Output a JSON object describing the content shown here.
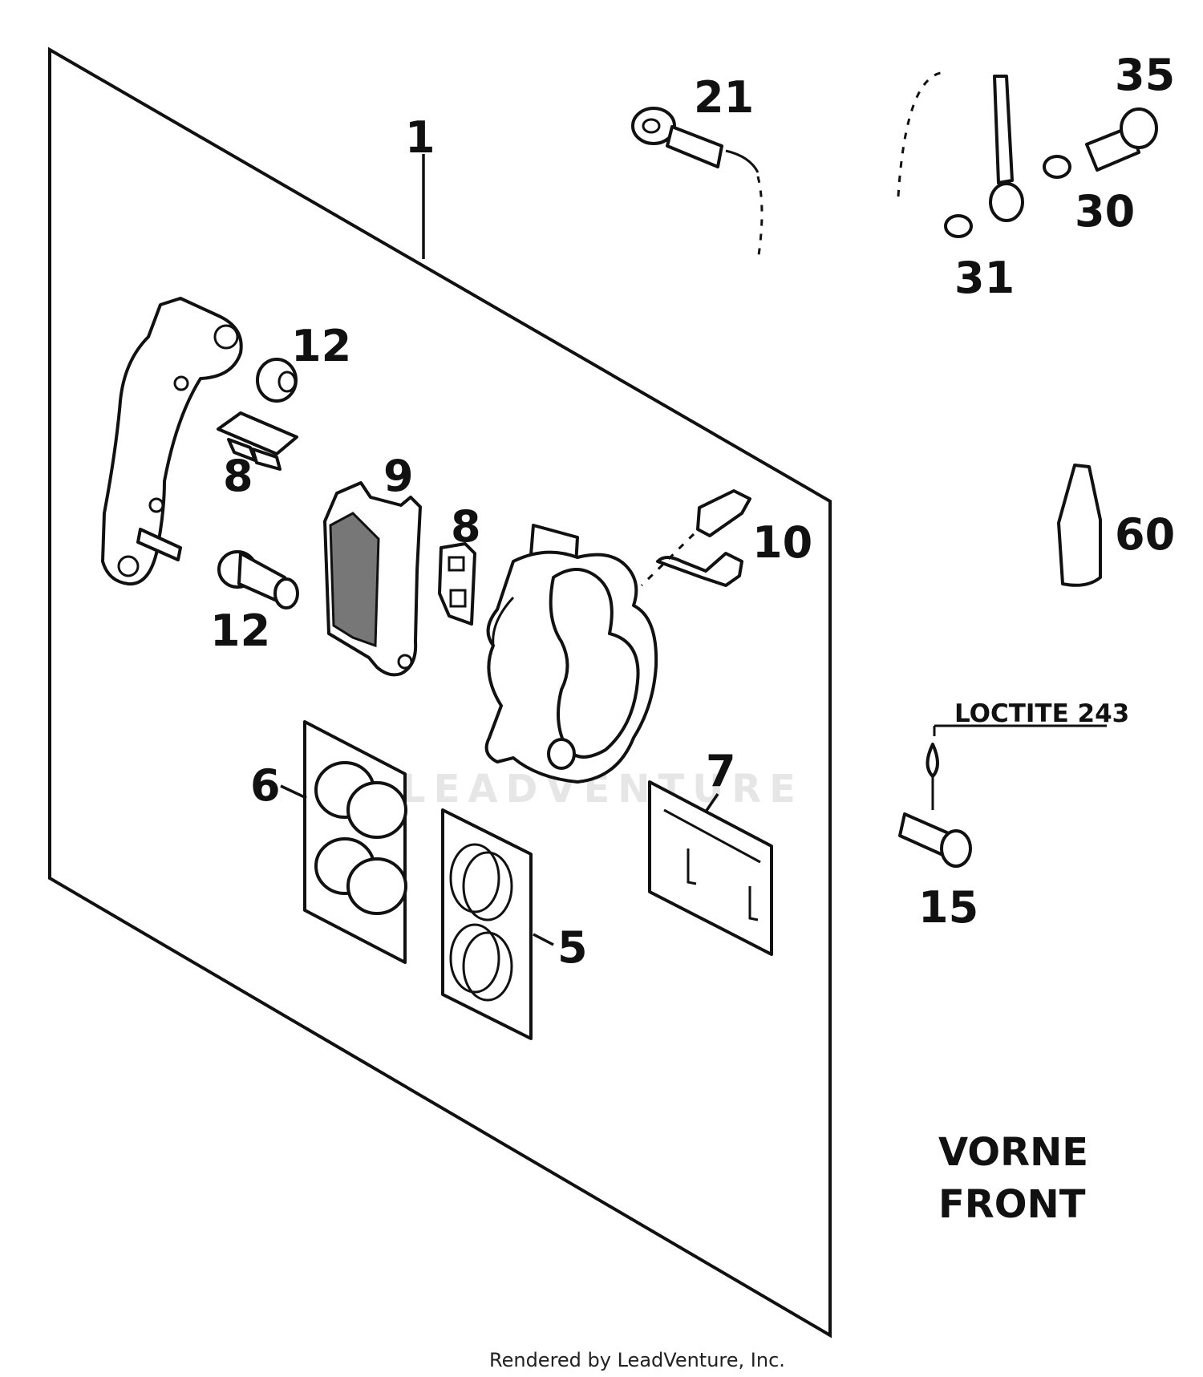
{
  "callouts": {
    "c1": "1",
    "c21": "21",
    "c35": "35",
    "c30": "30",
    "c31": "31",
    "c12a": "12",
    "c8a": "8",
    "c9": "9",
    "c8b": "8",
    "c10": "10",
    "c12b": "12",
    "c60": "60",
    "c6": "6",
    "c7": "7",
    "c5": "5",
    "c15": "15"
  },
  "note": "LOCTITE 243",
  "region": {
    "line1": "VORNE",
    "line2": "FRONT"
  },
  "watermark": "LEADVENTURE",
  "footer": "Rendered by LeadVenture, Inc."
}
